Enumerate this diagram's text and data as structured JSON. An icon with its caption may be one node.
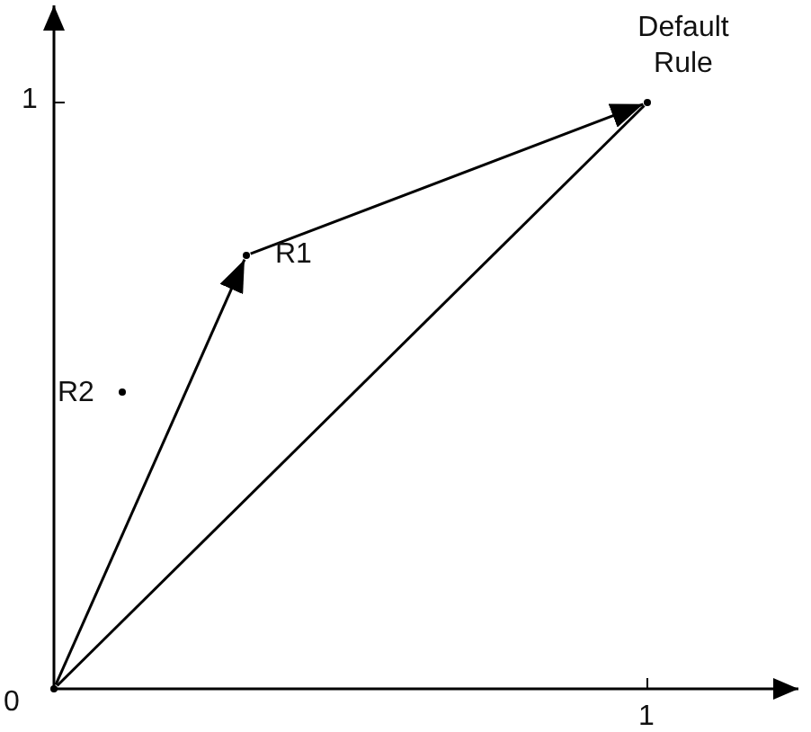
{
  "diagram": {
    "nodes": [
      {
        "text": [],
        "shape": "point",
        "beside": [
          "Default Rule"
        ]
      },
      {
        "text": [],
        "shape": "point",
        "beside": [
          "R1"
        ]
      },
      {
        "text": [],
        "shape": "point",
        "beside": [
          "R2"
        ]
      },
      {
        "text": [],
        "shape": "point"
      }
    ],
    "edges": [
      {
        "from": 3,
        "to": 1,
        "arrow": "to"
      },
      {
        "from": 1,
        "to": 0,
        "arrow": "to"
      },
      {
        "from": 3,
        "to": 0,
        "arrow": "none"
      }
    ],
    "labels": [
      "1",
      "0",
      "1"
    ]
  }
}
